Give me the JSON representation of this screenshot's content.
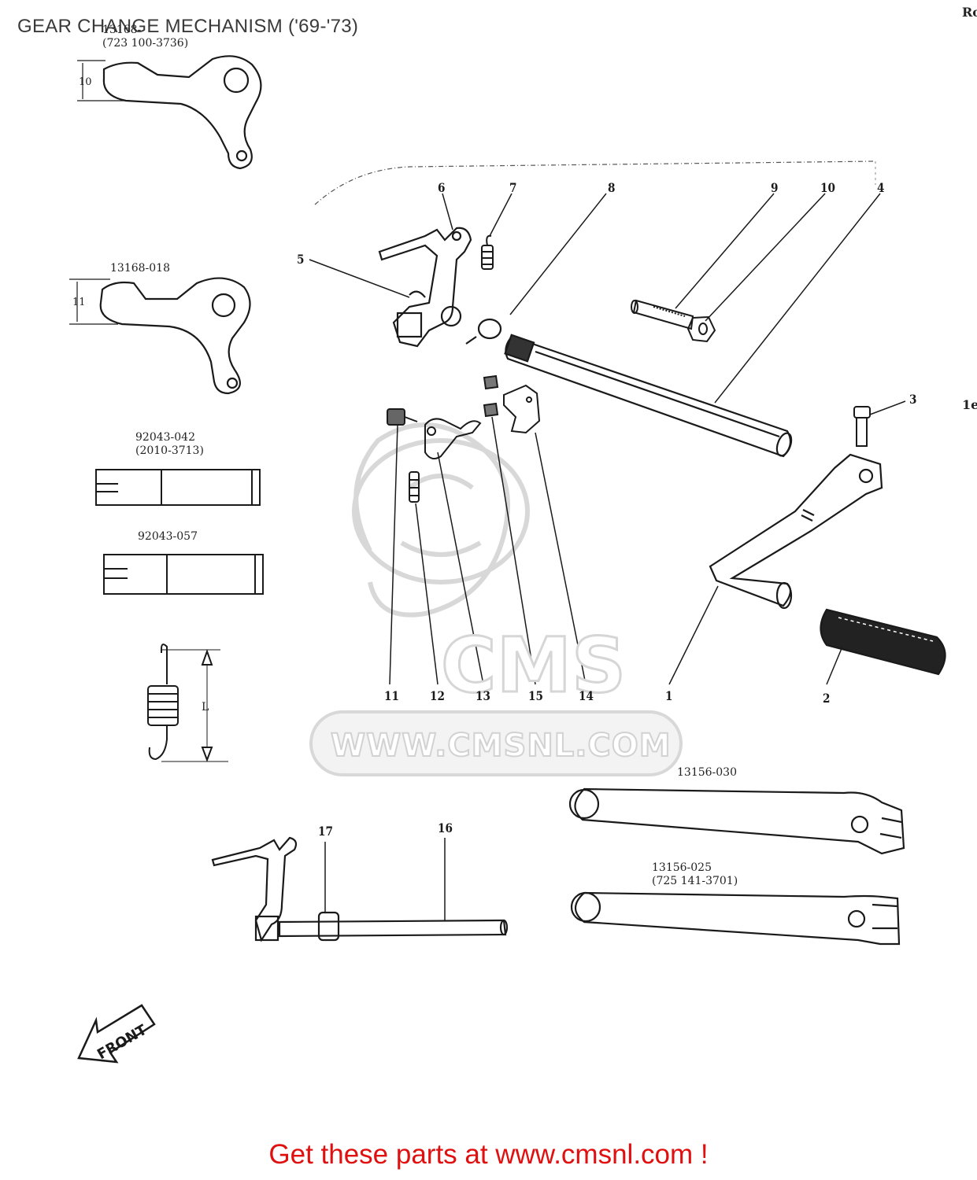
{
  "title": "GEAR CHANGE MECHANISM ('69-'73)",
  "footer": "Get these parts at www.cmsnl.com !",
  "watermark": {
    "logo": "CMS",
    "url": "WWW.CMSNL.COM"
  },
  "callouts": [
    "1",
    "2",
    "3",
    "4",
    "5",
    "6",
    "7",
    "8",
    "9",
    "10",
    "11",
    "12",
    "13",
    "15",
    "14",
    "17",
    "16"
  ],
  "part_numbers": {
    "arm_a": "13168-\n(723 100-3736)",
    "arm_b": "13168-018",
    "pin_a": "92043-042\n(2010-3713)",
    "pin_b": "92043-057",
    "pedal_a": "13156-030",
    "pedal_b": "13156-025\n(725 141-3701)"
  },
  "dimensions": {
    "arm_a": "10",
    "arm_b": "11",
    "spring": "L"
  },
  "direction_label": "FRONT",
  "edge_text": {
    "top_right": "Ro",
    "mid_right": "1e"
  },
  "colors": {
    "line": "#1a1a1a",
    "watermark": "#d4d4d4",
    "footer": "#e01010"
  }
}
